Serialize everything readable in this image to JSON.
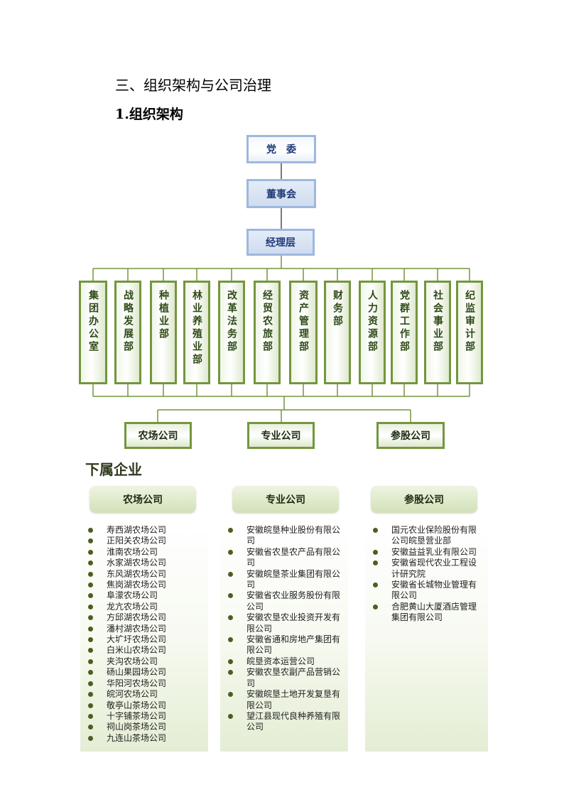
{
  "heading": "三、组织架构与公司治理",
  "subheading": "1.组织架构",
  "top_nodes": [
    "党　委",
    "董事会",
    "经理层"
  ],
  "departments": [
    "集团办公室",
    "战略发展部",
    "种植业部",
    "林业养殖业部",
    "改革法务部",
    "经贸农旅部",
    "资产管理部",
    "财务部",
    "人力资源部",
    "党群工作部",
    "社会事业部",
    "纪监审计部"
  ],
  "company_types": [
    "农场公司",
    "专业公司",
    "参股公司"
  ],
  "subsidiary_heading": "下属企业",
  "columns": [
    {
      "title": "农场公司",
      "items": [
        "寿西湖农场公司",
        "正阳关农场公司",
        "淮南农场公司",
        "水家湖农场公司",
        "东风湖农场公司",
        "焦岗湖农场公司",
        "阜濛农场公司",
        "龙亢农场公司",
        "方邱湖农场公司",
        "潘村湖农场公司",
        "大圹圩农场公司",
        "白米山农场公司",
        "夹沟农场公司",
        "砀山果园场公司",
        "华阳河农场公司",
        "皖河农场公司",
        "敬亭山茶场公司",
        "十字铺茶场公司",
        "祠山岗茶场公司",
        "九连山茶场公司"
      ]
    },
    {
      "title": "专业公司",
      "items": [
        "安徽皖垦种业股份有限公司",
        "安徽省农垦农产品有限公司",
        "安徽皖垦茶业集团有限公司",
        "安徽省农业服务股份有限公司",
        "安徽农垦农业投资开发有限公司",
        "安徽省通和房地产集团有限公司",
        "皖垦资本运营公司",
        "安徽农垦农副产品营销公司",
        "安徽皖垦土地开发复垦有限公司",
        "望江县现代良种养殖有限公司"
      ]
    },
    {
      "title": "参股公司",
      "items": [
        "国元农业保险股份有限公司皖垦营业部",
        "安徽益益乳业有限公司",
        "安徽省现代农业工程设计研究院",
        "安徽省长城物业管理有限公司",
        "合肥黄山大厦酒店管理集团有限公司"
      ]
    }
  ]
}
